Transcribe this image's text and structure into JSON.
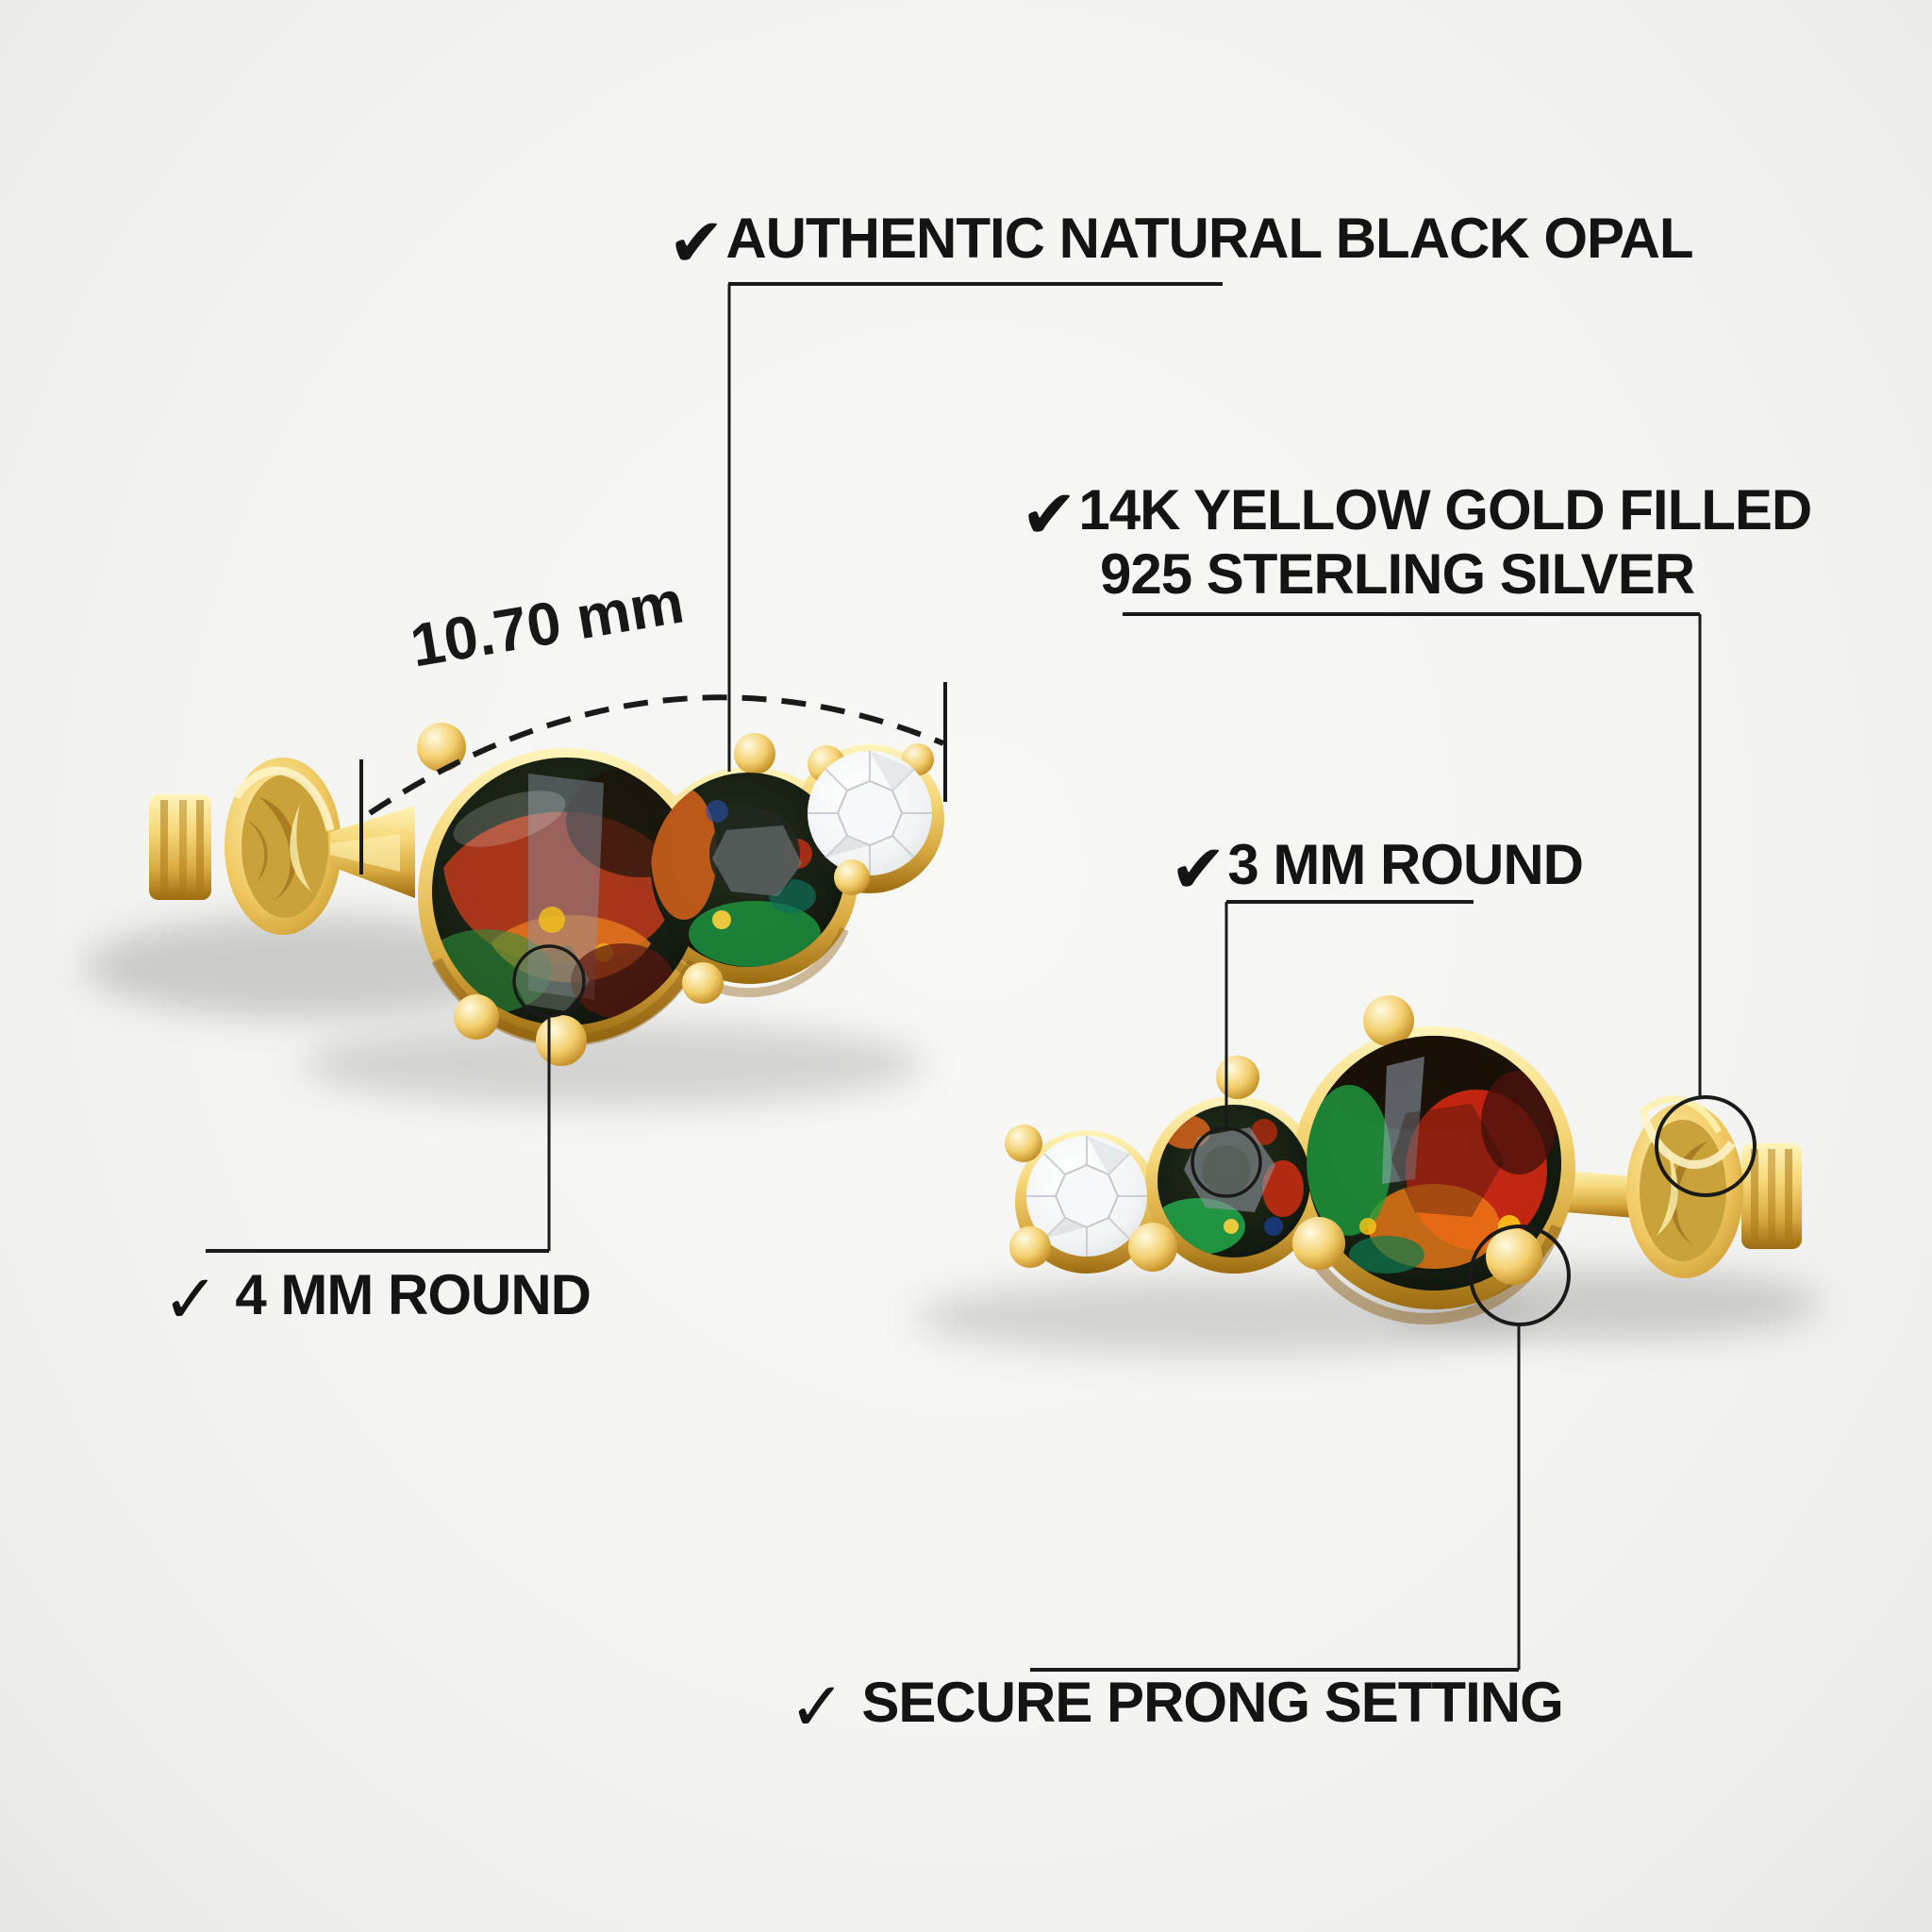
{
  "page": {
    "description": "Black opal gold stud earrings annotated product infographic",
    "background": "#f6f6f4"
  },
  "annotations": {
    "authentic": {
      "check": "✔",
      "text": "AUTHENTIC NATURAL BLACK OPAL"
    },
    "material": {
      "check": "✔",
      "line1": "14K YELLOW GOLD FILLED",
      "line2": "925 STERLING SILVER"
    },
    "measurement": {
      "text": "10.70 mm"
    },
    "size_small": {
      "check": "✔",
      "text": "3 MM ROUND"
    },
    "size_large": {
      "check": "✓",
      "text": "4 MM ROUND"
    },
    "prong": {
      "check": "✓",
      "text": "SECURE PRONG SETTING"
    }
  },
  "colors": {
    "text": "#141414",
    "annotation_line": "#1a1a1a",
    "background": "#f6f6f4",
    "gold_light": "#fff4bb",
    "gold": "#f3cf6d",
    "gold_mid": "#d9ab42",
    "gold_dark": "#9b6c10",
    "diamond": "#f2f4f5",
    "opal_base": "#141c10",
    "opal_fire_red": "#d42814",
    "opal_fire_orange": "#ef7c16",
    "opal_fire_green": "#1e9c3e",
    "opal_fire_yellow": "#ffc718",
    "opal_fire_blue": "#1d49b8"
  }
}
